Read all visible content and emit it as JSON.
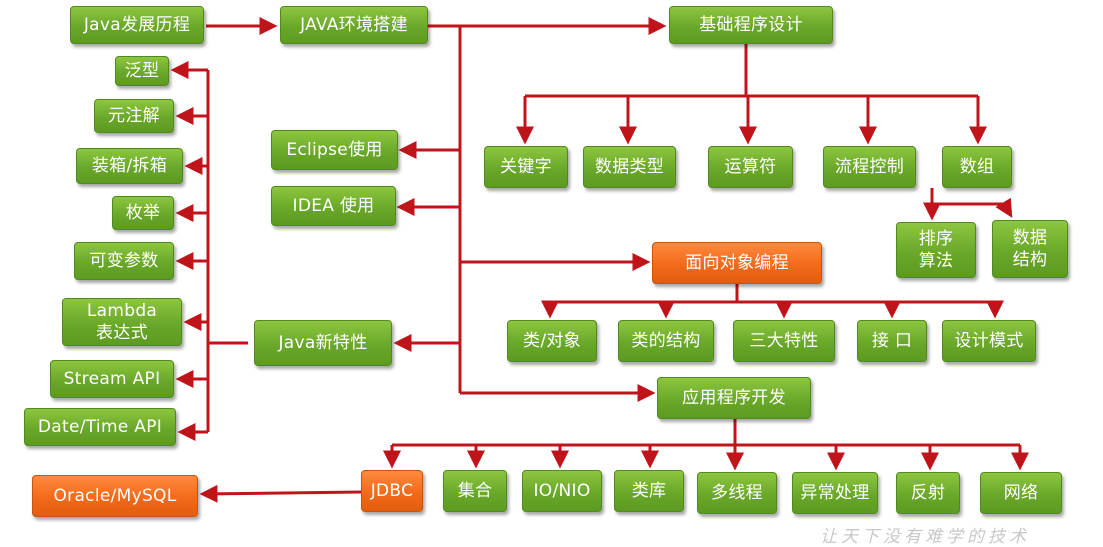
{
  "colors": {
    "arrow": "#c0141b",
    "green": "#6aa82a",
    "orange": "#f26a1b"
  },
  "nodes": {
    "java_history": "Java发展历程",
    "java_env": "JAVA环境搭建",
    "basic_design": "基础程序设计",
    "oop": "面向对象编程",
    "app_dev": "应用程序开发",
    "eclipse": "Eclipse使用",
    "idea": "IDEA 使用",
    "new_features": "Java新特性",
    "generics": "泛型",
    "annotation": "元注解",
    "boxing": "装箱/拆箱",
    "enum": "枚举",
    "varargs": "可变参数",
    "lambda": "Lambda\n表达式",
    "stream": "Stream API",
    "datetime": "Date/Time API",
    "keywords": "关键字",
    "datatypes": "数据类型",
    "operators": "运算符",
    "flow": "流程控制",
    "array": "数组",
    "sort": "排序\n算法",
    "datastruct": "数据\n结构",
    "class_obj": "类/对象",
    "class_struct": "类的结构",
    "three_features": "三大特性",
    "interface": "接 口",
    "patterns": "设计模式",
    "jdbc": "JDBC",
    "collection": "集合",
    "io": "IO/NIO",
    "lib": "类库",
    "thread": "多线程",
    "exception": "异常处理",
    "reflection": "反射",
    "network": "网络",
    "database": "Oracle/MySQL"
  },
  "watermark": "让天下没有难学的技术"
}
